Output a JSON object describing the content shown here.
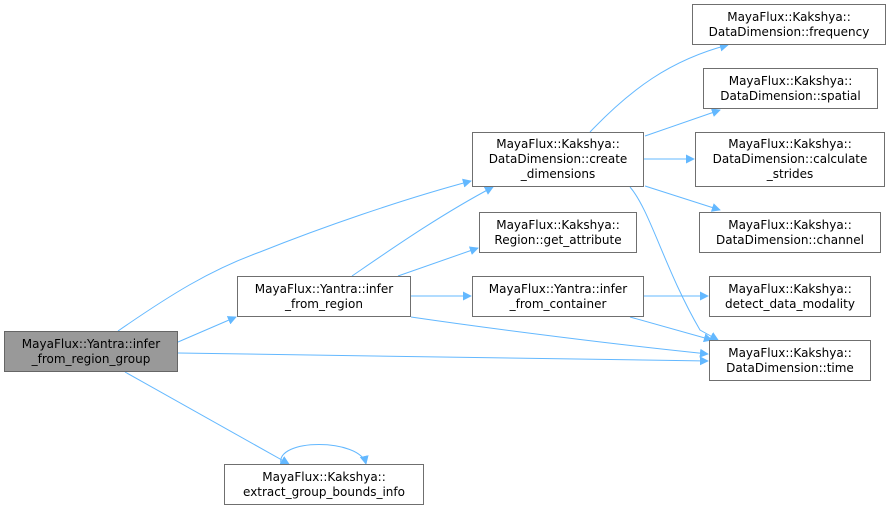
{
  "nodes": {
    "root": [
      "MayaFlux::Yantra::infer",
      "_from_region_group"
    ],
    "infer_region": [
      "MayaFlux::Yantra::infer",
      "_from_region"
    ],
    "extract": [
      "MayaFlux::Kakshya::",
      "extract_group_bounds_info"
    ],
    "create_dims": [
      "MayaFlux::Kakshya::",
      "DataDimension::create",
      "_dimensions"
    ],
    "get_attr": [
      "MayaFlux::Kakshya::",
      "Region::get_attribute"
    ],
    "infer_container": [
      "MayaFlux::Yantra::infer",
      "_from_container"
    ],
    "frequency": [
      "MayaFlux::Kakshya::",
      "DataDimension::frequency"
    ],
    "spatial": [
      "MayaFlux::Kakshya::",
      "DataDimension::spatial"
    ],
    "strides": [
      "MayaFlux::Kakshya::",
      "DataDimension::calculate",
      "_strides"
    ],
    "channel": [
      "MayaFlux::Kakshya::",
      "DataDimension::channel"
    ],
    "modality": [
      "MayaFlux::Kakshya::",
      "detect_data_modality"
    ],
    "time": [
      "MayaFlux::Kakshya::",
      "DataDimension::time"
    ]
  },
  "edges": [
    [
      "root",
      "create_dims"
    ],
    [
      "root",
      "infer_region"
    ],
    [
      "root",
      "time"
    ],
    [
      "root",
      "extract"
    ],
    [
      "infer_region",
      "create_dims"
    ],
    [
      "infer_region",
      "get_attr"
    ],
    [
      "infer_region",
      "infer_container"
    ],
    [
      "infer_region",
      "time"
    ],
    [
      "create_dims",
      "frequency"
    ],
    [
      "create_dims",
      "spatial"
    ],
    [
      "create_dims",
      "strides"
    ],
    [
      "create_dims",
      "channel"
    ],
    [
      "create_dims",
      "time"
    ],
    [
      "infer_container",
      "modality"
    ],
    [
      "infer_container",
      "time"
    ],
    [
      "extract",
      "extract"
    ]
  ],
  "colors": {
    "edge": "#63b8ff",
    "root_fill": "#999999",
    "node_border": "#6f6f6f"
  }
}
